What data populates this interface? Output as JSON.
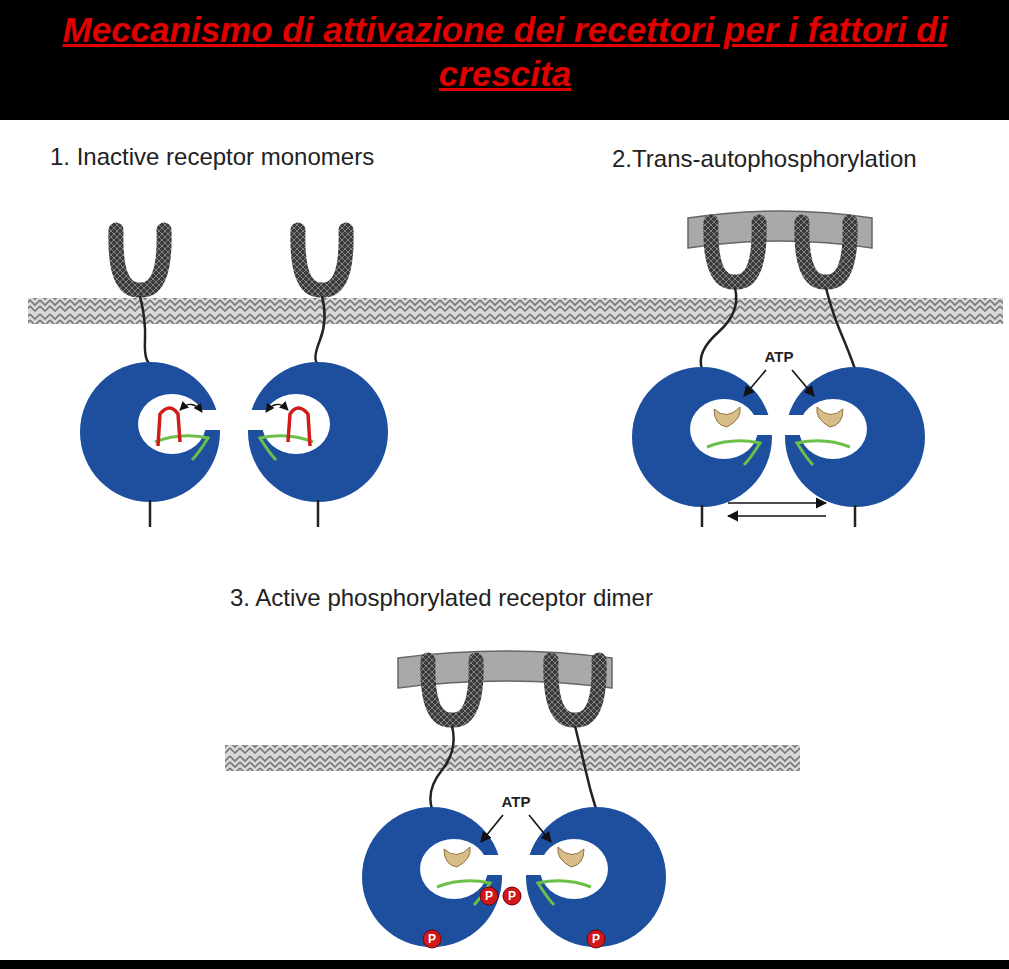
{
  "diagram": {
    "title": "Meccanismo di attivazione dei recettori per i fattori di crescita",
    "labels": [
      "1. Inactive receptor monomers",
      "2.Trans-autophosphorylation",
      "ATP",
      "3. Active phosphorylated receptor dimer",
      "ATP",
      "P",
      "P",
      "P",
      "P"
    ]
  }
}
